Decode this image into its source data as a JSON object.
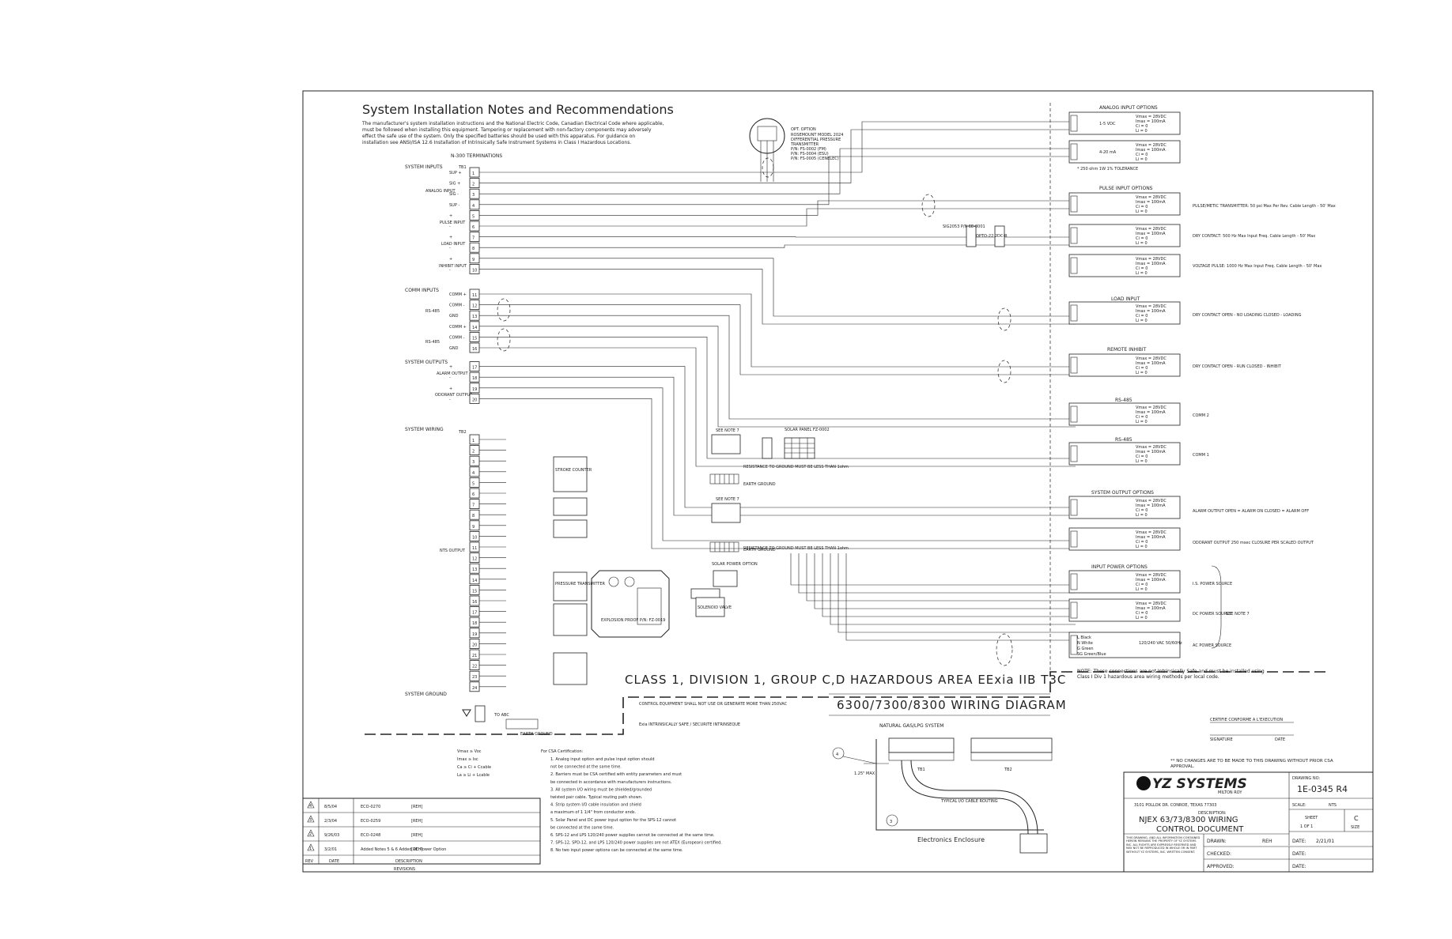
{
  "notes": {
    "title": "System Installation Notes and Recommendations",
    "lines": [
      "The manufacturer's system installation instructions and the National Electric Code, Canadian Electrical Code where applicable,",
      "must be followed when installing this equipment. Tampering or replacement with non-factory components may adversely",
      "effect the safe use of the system. Only the specified batteries should be used with this apparatus. For guidance on",
      "installation see ANSI/ISA 12.6 Installation of Intrinsically Safe Instrument Systems in Class I Hazardous Locations."
    ],
    "n300": "N-300 TERMINATIONS"
  },
  "dpt": {
    "title": "OPT. OPTION",
    "lines": [
      "ROSEMOUNT MODEL 2024",
      "DIFFERENTIAL PRESSURE",
      "TRANSMITTER",
      "P/N: FS-0002 (FM)",
      "P/N: FS-0004 (ESU)",
      "P/N: FS-0005 (CENELEC)"
    ]
  },
  "left": {
    "system_inputs": "SYSTEM INPUTS",
    "tb1": "TB1",
    "tb2": "TB2",
    "analog_input": "ANALOG INPUT",
    "pulse_input": "PULSE INPUT",
    "load_input": "LOAD INPUT",
    "inhibit_input": "INHIBIT INPUT",
    "comm_inputs": "COMM INPUTS",
    "rs485": "RS-485",
    "system_outputs": "SYSTEM OUTPUTS",
    "alarm_output": "ALARM OUTPUT",
    "odorant_output": "ODORANT OUTPUT",
    "system_wiring": "SYSTEM WIRING",
    "nts_output": "NTS OUTPUT",
    "system_ground": "SYSTEM GROUND",
    "earth_ground": "EARTH GROUND",
    "to_abc": "TO ABC",
    "pins_sys_inputs": [
      "SUP +",
      "SIG +",
      "SIG -",
      "SUP -",
      "+",
      "-",
      "+",
      "-",
      "+",
      "-"
    ],
    "pins_comm": [
      "COMM +",
      "COMM -",
      "GND",
      "COMM +",
      "COMM -",
      "GND"
    ],
    "pins_outputs": [
      "+",
      "-",
      "+",
      "-"
    ],
    "tb1_numbers": [
      "1",
      "2",
      "3",
      "4",
      "5",
      "6",
      "7",
      "8",
      "9",
      "10",
      "11",
      "12",
      "13",
      "14",
      "15",
      "16",
      "17",
      "18",
      "19",
      "20"
    ],
    "tb2_numbers": [
      "1",
      "2",
      "3",
      "4",
      "5",
      "6",
      "7",
      "8",
      "9",
      "10",
      "11",
      "12",
      "13",
      "14",
      "15",
      "16",
      "17",
      "18",
      "19",
      "20",
      "21",
      "22",
      "23",
      "24"
    ]
  },
  "center": {
    "sig_label": "SIG2053 P/N EE-8001",
    "opto": "OPTO-22 2DC-R",
    "solar_panel": "SOLAR PANEL FZ-0002",
    "see_note_7": "SEE NOTE 7",
    "resistance_note": "RESISTANCE TO GROUND MUST BE LESS THAN 1ohm",
    "solar_power_option": "SOLAR POWER OPTION",
    "enclosure_pn": "EXPLOSION PROOF P/N: FZ-0019",
    "solenoid": "SOLENOID VALVE",
    "transmitter": "PRESSURE TRANSMITTER",
    "odorizer": "STROKE COUNTER",
    "class_line": "CLASS 1, DIVISION 1, GROUP C,D HAZARDOUS AREA EExia IIB T3C",
    "control_note": "CONTROL EQUIPMENT SHALL NOT USE OR GENERATE MORE THAN 250VAC",
    "exia_note": "Exia INTRINSICALLY SAFE / SECURITE INTRINSEQUE",
    "wiring_diagram": "6300/7300/8300 WIRING DIAGRAM",
    "gas_system": "NATURAL GAS/LPG SYSTEM"
  },
  "right": {
    "analog_options": "ANALOG INPUT OPTIONS",
    "pulse_options": "PULSE INPUT OPTIONS",
    "load_input": "LOAD INPUT",
    "remote_inhibit": "REMOTE INHIBIT",
    "rs485a": "RS-485",
    "rs485b": "RS-485",
    "system_output_options": "SYSTEM OUTPUT OPTIONS",
    "input_power_options": "INPUT POWER OPTIONS",
    "analog_1": "1-5 VDC",
    "analog_2": "4-20 mA",
    "analog_note": "* 250 ohm 1W 1% TOLERANCE",
    "pulse_1": "PULSE/METIC TRANSMITTER: 50 psi Max Per Rev. Cable Length - 50' Max",
    "pulse_2": "DRY CONTACT: 500 Hz Max Input Freq. Cable Length - 50' Max",
    "pulse_3": "VOLTAGE PULSE: 1000 Hz Max Input Freq. Cable Length - 50' Max",
    "load_desc": "DRY CONTACT   OPEN - NO LOADING  CLOSED - LOADING",
    "inhibit_desc": "DRY CONTACT   OPEN - RUN  CLOSED - INHIBIT",
    "comm2": "COMM 2",
    "comm1": "COMM 1",
    "alarm": "ALARM OUTPUT   OPEN = ALARM ON  CLOSED = ALARM OFF",
    "odorant": "ODORANT OUTPUT   250 msec CLOSURE PER SCALED OUTPUT",
    "is_power": "I.S. POWER SOURCE",
    "dc_power": "DC POWER SOURCE",
    "ac_power": "AC POWER SOURCE",
    "see_note_7": "SEE NOTE 7",
    "ac_wires": [
      "L   Black",
      "N   White",
      "G   Green",
      "SG  Green/Blue"
    ],
    "ac_rating": "120/240 VAC 50/60Hz",
    "entity_vmax": "Vmax = 28VDC",
    "entity_imax": "Imax = 100mA",
    "entity_ci": "Ci = 0",
    "entity_li": "Li = 0",
    "note": "NOTE: These connections are not Intrinsically Safe and must be installed using Class I Div 1 hazardous area wiring methods per local code.",
    "certified": "CERTIFIE CONFORME A L'EXECUTION",
    "signature": "SIGNATURE",
    "date": "DATE",
    "no_changes": "** NO CHANGES ARE TO BE MADE TO THIS DRAWING WITHOUT PRIOR CSA APPROVAL."
  },
  "entity": {
    "l1": "Vmax ≥ Voc",
    "l2": "Imax ≥ Isc",
    "l3": "Ca ≥ Ci + Ccable",
    "l4": "La ≥ Li + Lcable"
  },
  "csa": {
    "title": "For CSA Certification:",
    "items": [
      "1. Analog input option and pulse input option should",
      "    not be connected at the same time.",
      "2. Barriers must be CSA certified with entity parameters and must",
      "    be connected in accordance with manufacturers instructions.",
      "3. All system I/O wiring must be shielded/grounded",
      "    twisted pair cable. Typical routing path shown.",
      "4. Strip system I/O cable insulation and shield",
      "    a maximum of 1 1/4\" from conductor ends.",
      "5. Solar Panel and DC power input option for the SPS-12 cannot",
      "    be connected at the same time.",
      "6. SPS-12 and LPS 120/240 power supplies cannot be connected at the same time.",
      "7. SPS-12, SPD-12, and LPS 120/240 power supplies are not ATEX (European) certified.",
      "8. No two input power options can be connected at the same time."
    ]
  },
  "revisions": {
    "rows": [
      {
        "rev": "4",
        "date": "8/5/04",
        "desc": "ECO-0270",
        "by": "[REH]"
      },
      {
        "rev": "3",
        "date": "2/3/04",
        "desc": "ECO-0259",
        "by": "[REH]"
      },
      {
        "rev": "2",
        "date": "9/26/03",
        "desc": "ECO-0248",
        "by": "[REH]"
      },
      {
        "rev": "1",
        "date": "3/2/01",
        "desc": "Added Notes 5 & 6 Added DC Power Option",
        "by": "[REH]"
      }
    ],
    "col_rev": "REV",
    "col_date": "DATE",
    "col_desc": "DESCRIPTION",
    "footer": "REVISIONS"
  },
  "detail": {
    "max_label": "1.25\" MAX",
    "tb1": "TB1",
    "tb2": "TB2",
    "routing": "TYPICAL I/O CABLE ROUTING",
    "enclosure": "Electronics Enclosure",
    "callout4": "4",
    "callout3": "3"
  },
  "title_block": {
    "company": "YZ SYSTEMS",
    "sub": "MILTON ROY",
    "address": "3101 POLLOK DR.   CONROE, TEXAS   77303",
    "drawing_no_label": "DRAWING NO:",
    "drawing_no": "1E-0345 R4",
    "scale_label": "SCALE:",
    "scale": "NTS",
    "description_label": "DESCRIPTION:",
    "desc_line1": "NJEX 63/73/8300 WIRING",
    "desc_line2": "CONTROL DOCUMENT",
    "sheet_label": "SHEET",
    "sheet": "1  OF  1",
    "size_label": "C",
    "size_word": "SIZE",
    "drawn_label": "DRAWN:",
    "drawn": "REH",
    "date_label": "DATE:",
    "drawn_date": "2/21/01",
    "checked_label": "CHECKED:",
    "approved_label": "APPROVED:",
    "proprietary": "THIS DRAWING, AND ALL INFORMATION CONTAINED HEREIN REMAINS THE PROPERTY OF YZ SYSTEMS INC. ALL RIGHTS ARE EXPRESSLY RESERVED AND MAY NOT BE REPRODUCED IN WHOLE OR IN PART WITHOUT YZ SYSTEMS, INC. WRITTEN CONSENT."
  }
}
